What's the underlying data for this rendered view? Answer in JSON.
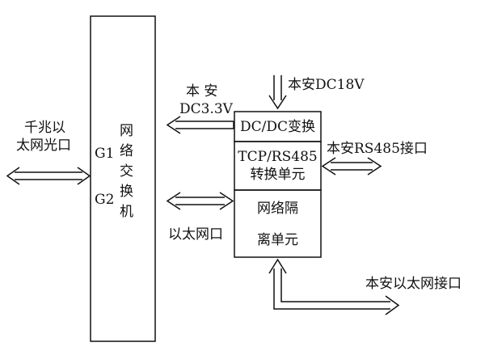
{
  "left_port": {
    "line1": "千兆以",
    "line2": "太网光口"
  },
  "switch": {
    "g1": "G1",
    "g2": "G2",
    "name_chars": [
      "网",
      "络",
      "交",
      "换",
      "机"
    ]
  },
  "power_out": {
    "line1": "本 安",
    "line2": "DC3.3V"
  },
  "power_in": "本安DC18V",
  "dcdc": "DC/DC变换",
  "tcp": {
    "line1": "TCP/RS485",
    "line2": "转换单元"
  },
  "rs485_port": "本安RS485接口",
  "ethernet_port": "以太网口",
  "isolation": {
    "line1": "网络隔",
    "line2": "离单元"
  },
  "safe_ethernet": "本安以太网接口",
  "colors": {
    "line": "#111111",
    "background": "#ffffff"
  }
}
